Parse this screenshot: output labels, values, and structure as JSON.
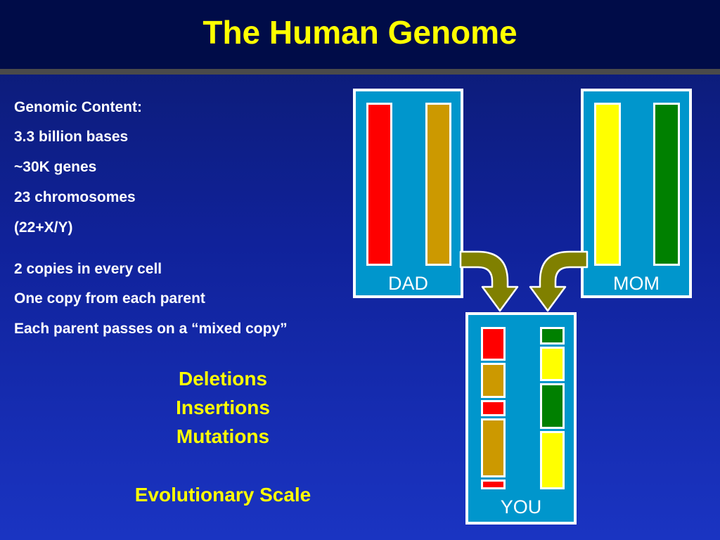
{
  "title": "The Human Genome",
  "genomic": {
    "lines": [
      "Genomic Content:",
      "3.3 billion bases",
      "~30K genes",
      "23 chromosomes",
      "(22+X/Y)"
    ]
  },
  "inheritance": {
    "lines": [
      "2 copies in every cell",
      "One copy from each parent",
      "Each parent passes on a “mixed copy”"
    ]
  },
  "variation": {
    "lines": [
      "Deletions",
      "Insertions",
      "Mutations"
    ],
    "scale": "Evolutionary Scale"
  },
  "diagram": {
    "dad": {
      "label": "DAD",
      "bars": [
        "#ff0000",
        "#cc9900"
      ]
    },
    "mom": {
      "label": "MOM",
      "bars": [
        "#ffff00",
        "#008000"
      ]
    },
    "you": {
      "label": "YOU",
      "left_segments": [
        "#ff0000",
        "#cc9900",
        "#ff0000",
        "#cc9900",
        "#ff0000"
      ],
      "right_segments": [
        "#008000",
        "#ffff00",
        "#008000",
        "#ffff00"
      ]
    },
    "box_color": "#0096cc",
    "arrow_color": "#808000"
  }
}
